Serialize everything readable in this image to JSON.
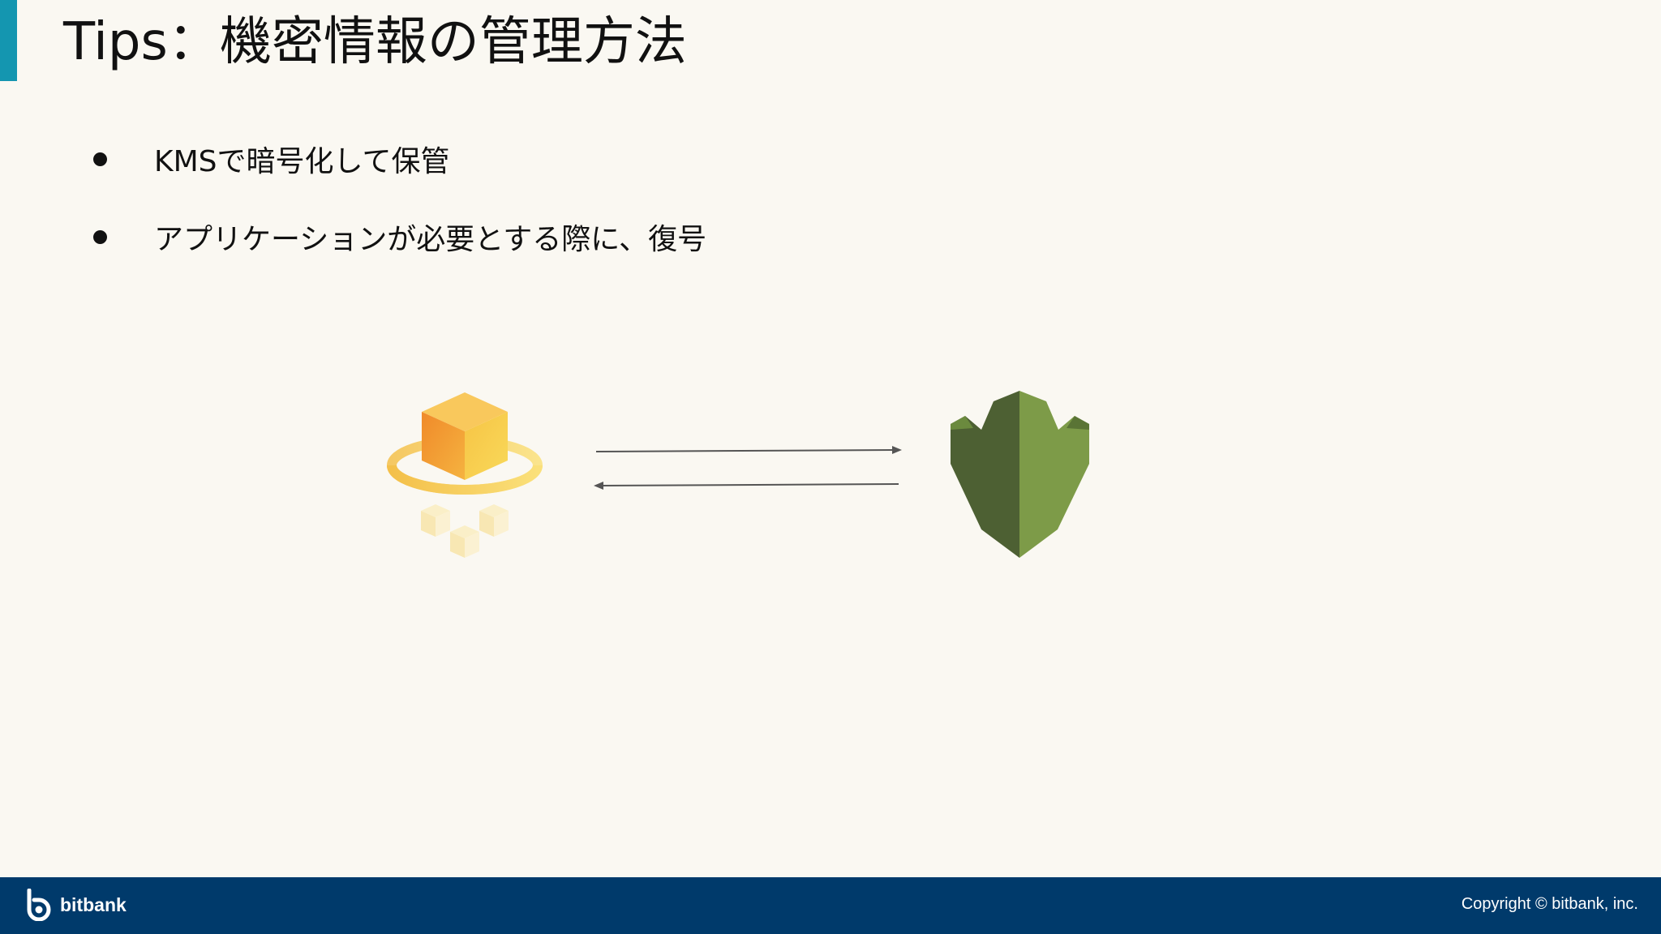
{
  "slide": {
    "title": "Tips：機密情報の管理方法",
    "bullets": [
      "KMSで暗号化して保管",
      "アプリケーションが必要とする際に、復号"
    ]
  },
  "diagram": {
    "left_icon": "kms-key-cube-icon",
    "right_icon": "secrets-shield-icon",
    "arrows": [
      "arrow-right",
      "arrow-left"
    ]
  },
  "footer": {
    "logo_text": "bitbank",
    "copyright": "Copyright ©  bitbank, inc."
  },
  "colors": {
    "accent": "#1496b0",
    "footer_bg": "#003a6b",
    "background": "#faf8f2",
    "cube_orange": "#f0a030",
    "cube_yellow": "#f7d14c",
    "shield_dark": "#4d6033",
    "shield_light": "#7d9b48"
  }
}
